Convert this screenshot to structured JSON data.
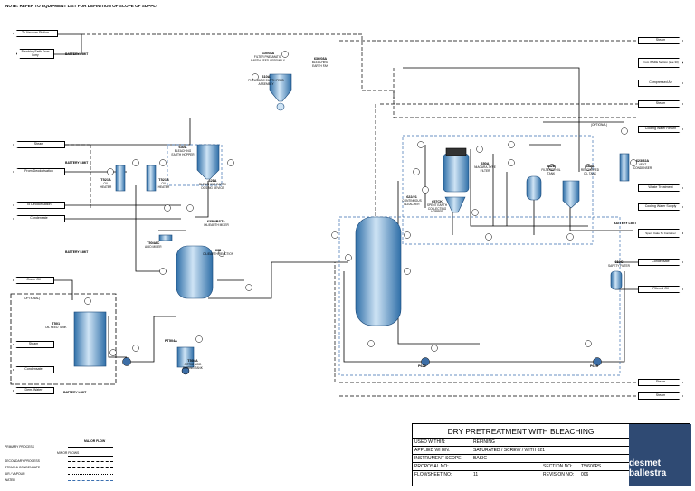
{
  "note": "NOTE: REFER TO EQUIPMENT LIST FOR DEFINITION OF SCOPE OF SUPPLY",
  "external_flags_left": [
    "To Vacuum Station",
    "Bleaching Earth From Lorry",
    "Steam",
    "From Deodorisation",
    "To Deodorisation",
    "Condensate",
    "Crude Oil",
    "Steam",
    "Condensate",
    "Dem. Water"
  ],
  "external_flags_right": [
    "Steam",
    "From WSDE Section (see 30)",
    "Compressed Air",
    "Steam",
    "Cooling Water Return",
    "Waste Treatment",
    "Cooling Water Supply",
    "Spent Cake To Container",
    "Condensate",
    "Filtered Oil",
    "Steam",
    "Steam"
  ],
  "battery_limit": "BATTERY LIMIT",
  "optional": "(OPTIONAL)",
  "equipment": [
    {
      "id": "610/08A",
      "name": "FILTER PNEUMATIC EARTH FEED ASSEMBLY"
    },
    {
      "id": "610A",
      "name": "PNEUMATIC EARTH FEED ASSEMBLY"
    },
    {
      "id": "636/08A",
      "name": "BLEACHING EARTH FAN"
    },
    {
      "id": "630A",
      "name": "BLEACHING EARTH HOPPER"
    },
    {
      "id": "621A",
      "name": "BLEACHING EARTH DOSING DEVICE"
    },
    {
      "id": "T521A",
      "name": "OIL HEATER"
    },
    {
      "id": "T521B",
      "name": "OIL HEATER"
    },
    {
      "id": "T504AC",
      "name": "ACID MIXER"
    },
    {
      "id": "635P/BSTA",
      "name": "OIL/EARTH MIXER"
    },
    {
      "id": "635",
      "name": "OIL/EARTH REACTION"
    },
    {
      "id": "T501",
      "name": "OIL FEED TANK"
    },
    {
      "id": "PT504A",
      "name": ""
    },
    {
      "id": "T504A",
      "name": "CITRIC ACID DOSING TANK"
    },
    {
      "id": "622/21",
      "name": "CONTINUOUS BLEACHER"
    },
    {
      "id": "650A",
      "name": "NIAGARA-TYPE FILTER"
    },
    {
      "id": "657CK",
      "name": "SPENT EARTH COLLECTING HOPPER"
    },
    {
      "id": "682B",
      "name": "FILTERED OIL TANK"
    },
    {
      "id": "682A",
      "name": "RECOVERED OIL TANK"
    },
    {
      "id": "623/52A",
      "name": "VENT CONDENSER"
    },
    {
      "id": "610C",
      "name": "SAFETY FILTER"
    },
    {
      "id": "P622",
      "name": ""
    },
    {
      "id": "P615",
      "name": ""
    }
  ],
  "legend": {
    "title": "MAJOR FLOW",
    "rows": [
      "PRIMARY PROCESS",
      "MINOR FLOWS",
      "SECONDARY PROCESS",
      "STEAM & CONDENSATE",
      "AIR / VAPOUR",
      "WATER"
    ]
  },
  "title_block": {
    "title": "DRY PRETREATMENT WITH BLEACHING",
    "rows": [
      {
        "label": "USED WITHIN:",
        "value": "REFINING"
      },
      {
        "label": "APPLIED WHEN:",
        "value": "SATURATED / SCREW / WITH 621"
      },
      {
        "label": "INSTRUMENT SCOPE:",
        "value": "BASIC"
      },
      {
        "label": "PROPOSAL NO:",
        "value": "",
        "label2": "SECTION NO:",
        "value2": "T5/600PS"
      },
      {
        "label": "FLOWSHEET NO:",
        "value": "11",
        "label2": "REVISION NO:",
        "value2": "006"
      }
    ],
    "logo": "desmet ballestra"
  },
  "colors": {
    "vessel": "#4f8fc7",
    "vessel_light": "#cfe4f5",
    "line": "#000000",
    "dashed_blue": "#3a6fb0",
    "logo_bg": "#2f4a73"
  }
}
